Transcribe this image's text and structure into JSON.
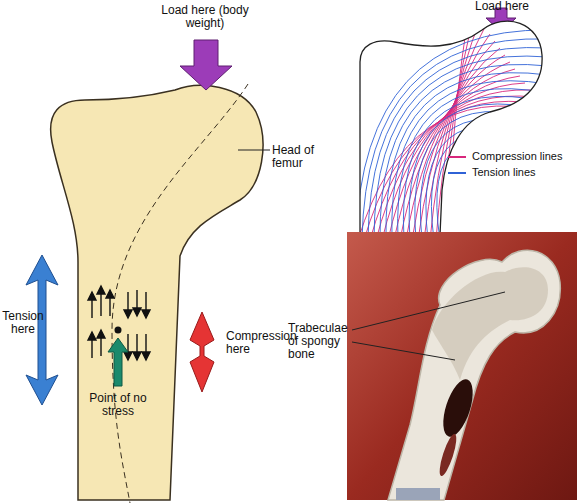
{
  "diagram": {
    "labels": [
      "Load here (body weight)",
      "Head of femur",
      "Tension here",
      "Compression here",
      "Point of no stress",
      "Load here",
      "Trabeculae of spongy bone"
    ],
    "legend": [
      {
        "text": "Compression lines",
        "color": "#d8287c"
      },
      {
        "text": "Tension lines",
        "color": "#2f62d6"
      }
    ]
  }
}
